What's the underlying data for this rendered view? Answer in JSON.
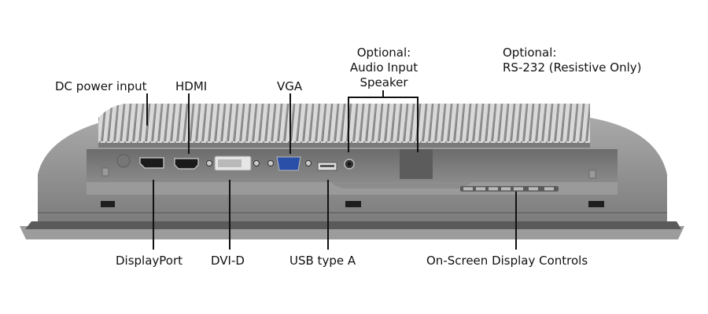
{
  "labels": {
    "dc_power": "DC power input",
    "hdmi": "HDMI",
    "vga": "VGA",
    "audio": [
      "Optional:",
      "Audio Input",
      "Speaker"
    ],
    "rs232": [
      "Optional:",
      "RS-232 (Resistive Only)"
    ],
    "displayport": "DisplayPort",
    "dvid": "DVI-D",
    "usb": "USB type A",
    "osd": "On-Screen Display Controls"
  },
  "colors": {
    "background": "#ffffff",
    "chassis": "#8c8c8c",
    "chassis_dark": "#6e6e6e",
    "chassis_light": "#a8a8a8",
    "fins": "#b5b5b5",
    "vga_blue": "#2a4fa8",
    "leader": "#111111"
  }
}
